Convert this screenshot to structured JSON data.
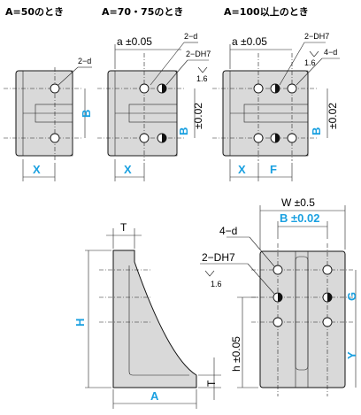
{
  "headers": {
    "a50": "A=50のとき",
    "a70": "A=70・75のとき",
    "a100": "A=100以上のとき"
  },
  "labels": {
    "d2": "2−d",
    "d4": "4−d",
    "dh7_2": "2−DH7",
    "a_tol": "a ±0.05",
    "b_tol": "±0.02",
    "roughness": "1.6",
    "w_tol": "W ±0.5",
    "b_tol2": "B ±0.02",
    "h_tol": "h ±0.05",
    "t": "T"
  },
  "dims": {
    "B": "B",
    "X": "X",
    "F": "F",
    "H": "H",
    "A": "A",
    "G": "G",
    "Y": "Y"
  },
  "colors": {
    "accent": "#1aa0e0",
    "part": "#d9d9d9"
  }
}
